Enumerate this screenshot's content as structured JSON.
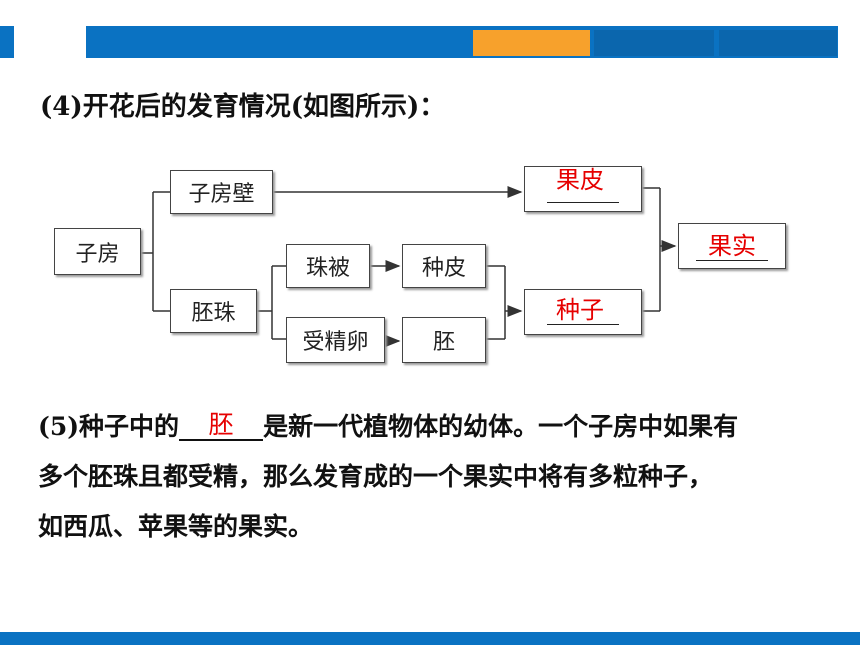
{
  "colors": {
    "primary_blue": "#0a72c2",
    "accent_orange": "#f7a12c",
    "answer_red": "#e60000"
  },
  "heading": "(4)开花后的发育情况(如图所示)：",
  "diagram": {
    "ovary": "子房",
    "ovary_wall": "子房壁",
    "ovule": "胚珠",
    "integument": "珠被",
    "seed_coat": "种皮",
    "fertilized_egg": "受精卵",
    "embryo": "胚",
    "answers": {
      "pericarp": "果皮",
      "seed": "种子",
      "fruit": "果实"
    }
  },
  "paragraph": {
    "line1_before": "(5)种子中的",
    "blank_answer": "胚",
    "line1_after": "是新一代植物体的幼体。一个子房中如果有",
    "line2": "多个胚珠且都受精，那么发育成的一个果实中将有多粒种子，",
    "line3": "如西瓜、苹果等的果实。"
  }
}
